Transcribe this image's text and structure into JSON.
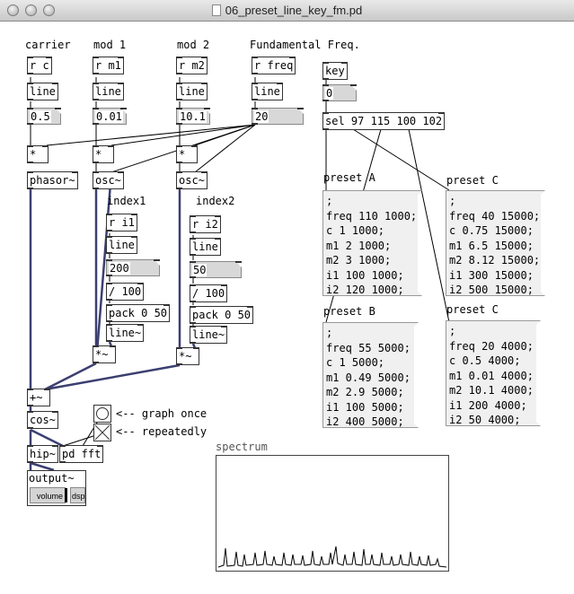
{
  "window": {
    "title": "06_preset_line_key_fm.pd"
  },
  "labels": {
    "carrier": "carrier",
    "mod1": "mod 1",
    "mod2": "mod 2",
    "fundamental": "Fundamental Freq.",
    "index1": "index1",
    "index2": "index2",
    "graph_once": "<-- graph once",
    "repeatedly": "<-- repeatedly",
    "spectrum": "spectrum",
    "preset_a": "preset A",
    "preset_c1": "preset C",
    "preset_b": "preset B",
    "preset_c2": "preset C"
  },
  "objects": {
    "r_c": "r c",
    "r_m1": "r m1",
    "r_m2": "r m2",
    "r_freq": "r freq",
    "line": "line",
    "key": "key",
    "sel": "sel 97 115 100 102",
    "mul": "*",
    "phasor": "phasor~",
    "osc": "osc~",
    "r_i1": "r i1",
    "r_i2": "r i2",
    "div": "/ 100",
    "pack": "pack 0 50",
    "line_sig": "line~",
    "mul_sig": "*~",
    "add_sig": "+~",
    "cos": "cos~",
    "hip": "hip~",
    "pdfft": "pd fft",
    "output": "output~",
    "volume": "volume",
    "dsp": "dsp"
  },
  "numbers": {
    "carrier": "0.5",
    "mod1": "0.01",
    "mod2": "10.1",
    "fundamental": "20",
    "key": "0",
    "index1": "200",
    "index2": "50"
  },
  "messages": {
    "preset_a": ";\nfreq 110 1000;\nc 1 1000;\nm1 2 1000;\nm2 3 1000;\ni1 100 1000;\ni2 120 1000;",
    "preset_c1": ";\nfreq 40 15000;\nc 0.75 15000;\nm1 6.5 15000;\nm2 8.12 15000;\ni1 300 15000;\ni2 500 15000;",
    "preset_b": ";\nfreq 55 5000;\nc 1 5000;\nm1 0.49 5000;\nm2 2.9 5000;\ni1 100 5000;\ni2 400 5000;",
    "preset_c2": ";\nfreq 20 4000;\nc 0.5 4000;\nm1 0.01 4000;\nm2 10.1 4000;\ni1 200 4000;\ni2 50 4000;"
  },
  "colors": {
    "signal_wire": "#3c3f70",
    "control_wire": "#000000",
    "number_bg": "#d8d8d8",
    "message_bg": "#f0f0f0"
  }
}
